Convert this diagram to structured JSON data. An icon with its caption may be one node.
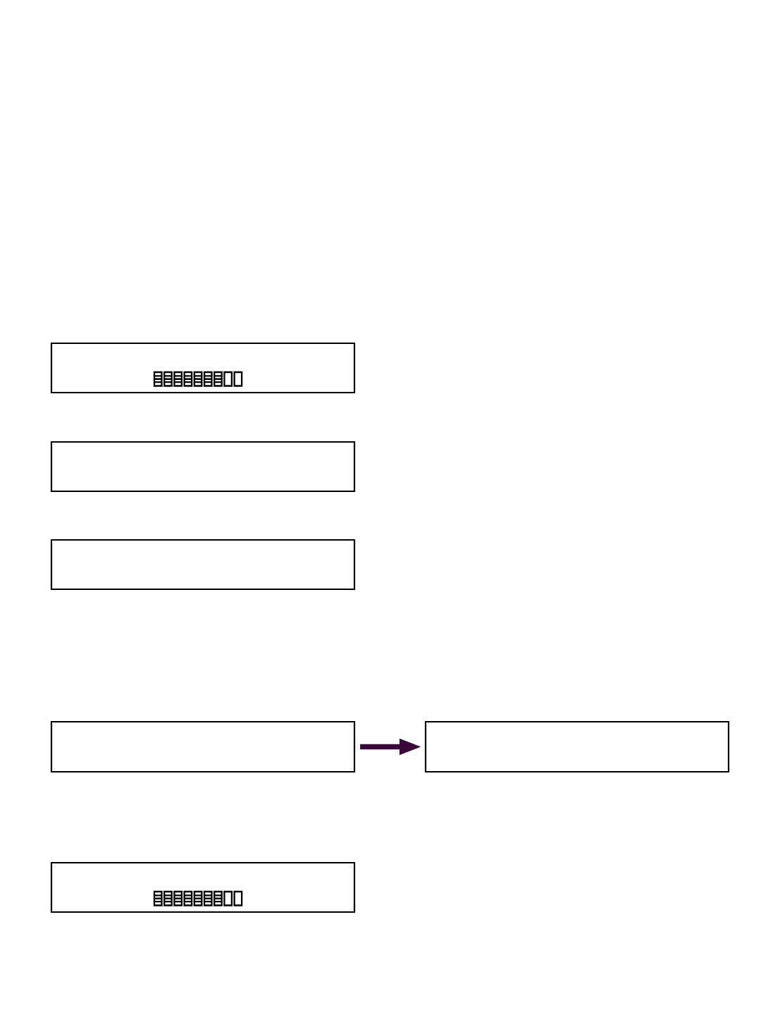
{
  "diagram": {
    "nodes": [
      {
        "text": [],
        "shape": "box"
      },
      {
        "text": [],
        "shape": "box"
      },
      {
        "text": [],
        "shape": "box"
      },
      {
        "text": [],
        "shape": "box"
      },
      {
        "text": [],
        "shape": "box"
      },
      {
        "text": [],
        "shape": "box"
      }
    ],
    "edges": [
      {
        "from": 3,
        "to": 4,
        "arrow": "to",
        "color": "#3a0838"
      }
    ]
  }
}
